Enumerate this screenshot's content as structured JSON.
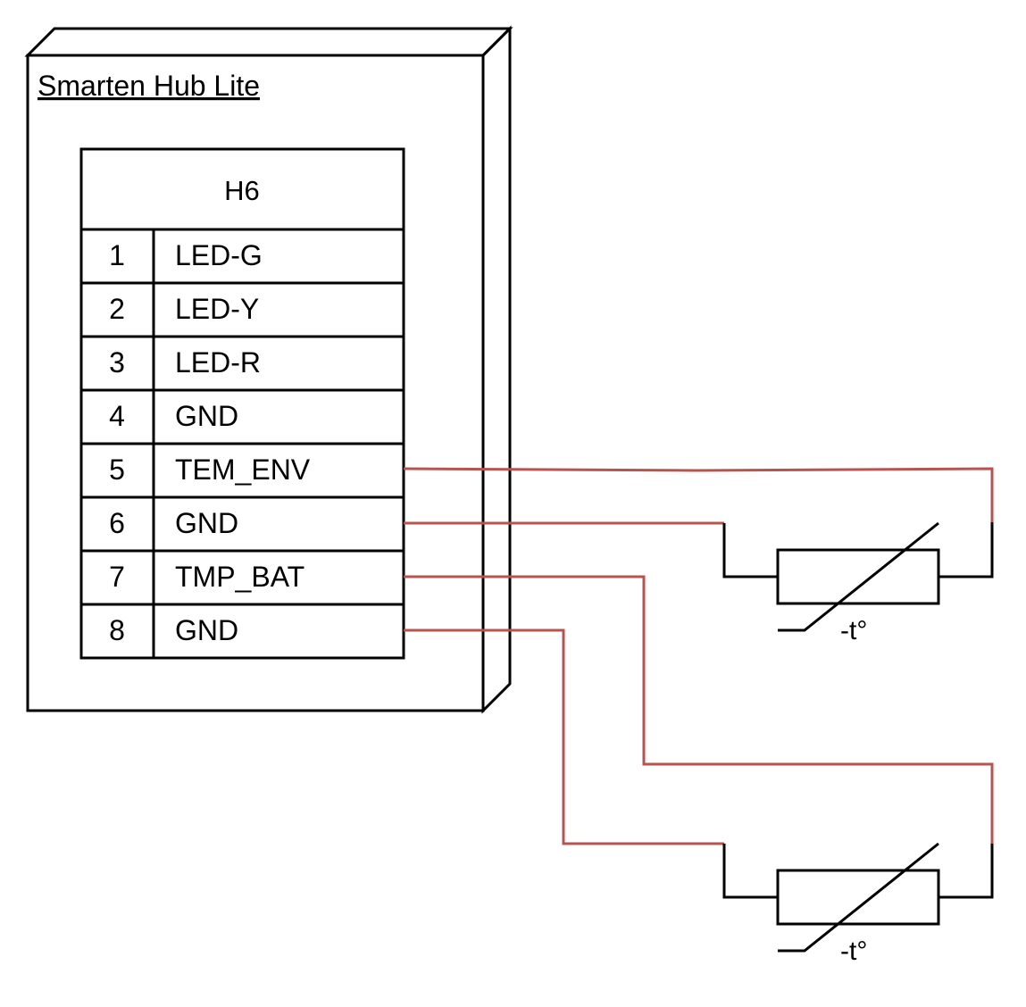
{
  "device": {
    "title": "Smarten Hub Lite",
    "connector": {
      "name": "H6",
      "pins": [
        {
          "num": "1",
          "label": "LED-G"
        },
        {
          "num": "2",
          "label": "LED-Y"
        },
        {
          "num": "3",
          "label": "LED-R"
        },
        {
          "num": "4",
          "label": "GND"
        },
        {
          "num": "5",
          "label": "TEM_ENV"
        },
        {
          "num": "6",
          "label": "GND"
        },
        {
          "num": "7",
          "label": "TMP_BAT"
        },
        {
          "num": "8",
          "label": "GND"
        }
      ]
    }
  },
  "sensors": [
    {
      "label": "-t°",
      "pins": [
        "5",
        "6"
      ]
    },
    {
      "label": "-t°",
      "pins": [
        "7",
        "8"
      ]
    }
  ],
  "colors": {
    "wire": "#b85450",
    "outline": "#000000"
  }
}
